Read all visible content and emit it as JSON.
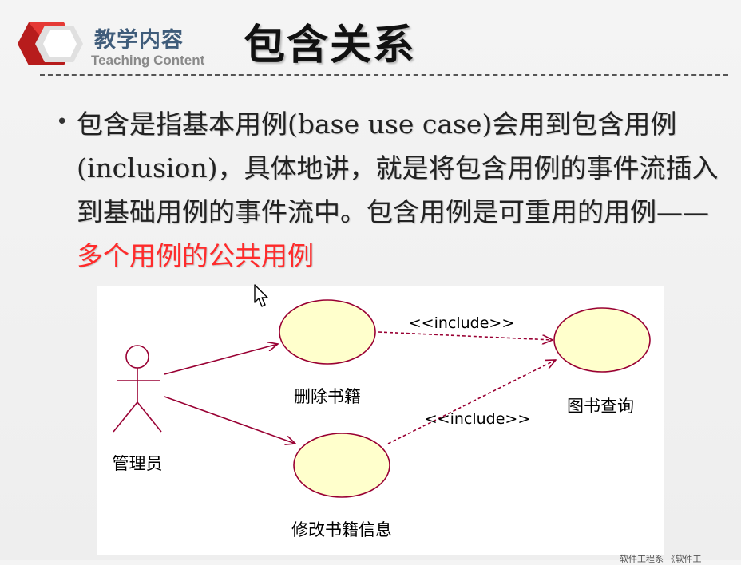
{
  "header": {
    "section_cn": "教学内容",
    "section_en": "Teaching Content",
    "title": "包含关系"
  },
  "bullet": {
    "text_main": "包含是指基本用例(base use case)会用到包含用例(inclusion)，具体地讲，就是将包含用例的事件流插入到基础用例的事件流中。包含用例是可重用的用例——",
    "text_highlight": "多个用例的公共用例"
  },
  "diagram": {
    "actor_label": "管理员",
    "usecase_delete": "删除书籍",
    "usecase_modify": "修改书籍信息",
    "usecase_query": "图书查询",
    "stereotype_1": "<<include>>",
    "stereotype_2": "<<include>>"
  },
  "footer": {
    "text": "软件工程系 《软件工"
  },
  "colors": {
    "header_cn": "#3f5c7a",
    "logo_red": "#c62828",
    "highlight": "#ff2b2b",
    "usecase_fill": "#ffffcc",
    "line": "#990033"
  }
}
